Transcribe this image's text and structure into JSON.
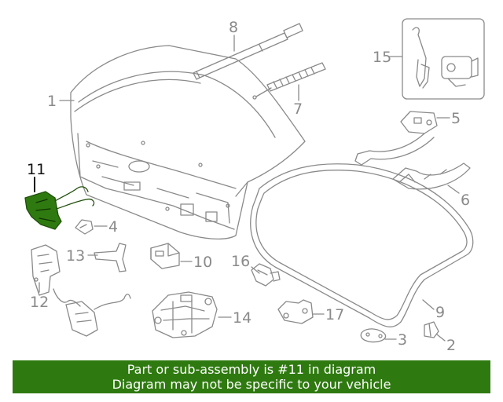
{
  "diagram": {
    "callouts": [
      {
        "label": "1"
      },
      {
        "label": "2"
      },
      {
        "label": "3"
      },
      {
        "label": "4"
      },
      {
        "label": "5"
      },
      {
        "label": "6"
      },
      {
        "label": "7"
      },
      {
        "label": "8"
      },
      {
        "label": "9"
      },
      {
        "label": "10"
      },
      {
        "label": "11"
      },
      {
        "label": "12"
      },
      {
        "label": "13"
      },
      {
        "label": "14"
      },
      {
        "label": "15"
      },
      {
        "label": "16"
      },
      {
        "label": "17"
      }
    ],
    "highlighted_part": "11",
    "highlight_color": "#2f7a10",
    "line_color": "#8a8a8a"
  },
  "footer": {
    "line1": "Part or sub-assembly is #11 in diagram",
    "line2": "Diagram may not be specific to your vehicle"
  }
}
